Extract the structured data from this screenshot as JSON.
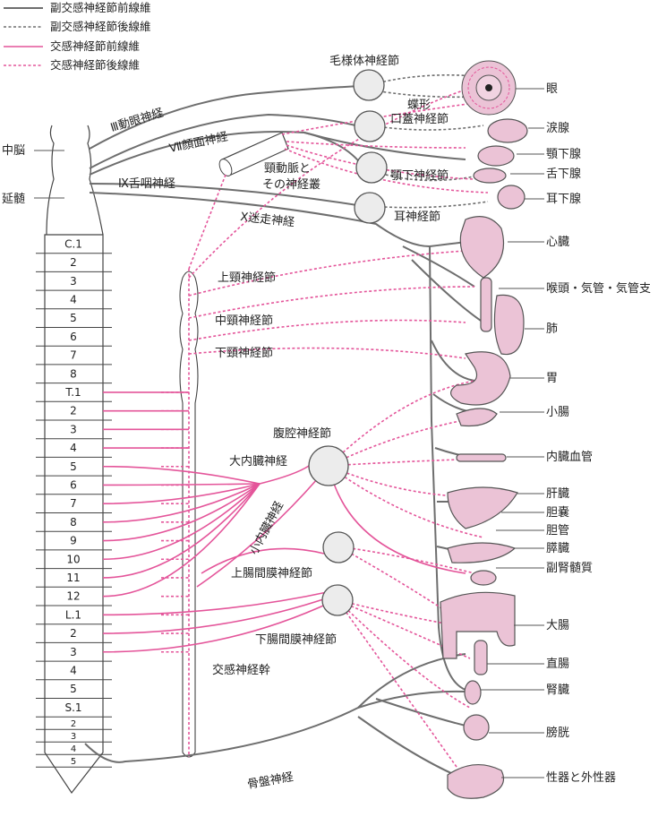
{
  "legend": [
    {
      "label": "副交感神経節前線維",
      "style": "solid-gray"
    },
    {
      "label": "副交感神経節後線維",
      "style": "dashed-gray"
    },
    {
      "label": "交感神経節前線維",
      "style": "solid-pink"
    },
    {
      "label": "交感神経節後線維",
      "style": "dashed-pink"
    }
  ],
  "colors": {
    "parasympathetic": "#6e6e6e",
    "sympathetic": "#e4559a",
    "organ": "#ebc3d6"
  },
  "brain": {
    "midbrain": "中脳",
    "medulla": "延髄"
  },
  "cranial_nerves": {
    "oculomotor": "Ⅲ動眼神経",
    "facial": "Ⅶ顔面神経",
    "glossopharyngeal": "Ⅸ舌咽神経",
    "vagus": "Ⅹ迷走神経"
  },
  "ganglia": {
    "ciliary": "毛様体神経節",
    "sphenopalatine_1": "蝶形",
    "sphenopalatine_2": "口蓋神経節",
    "submandibular": "顎下神経節",
    "otic": "耳神経節",
    "carotid_1": "頸動脈と",
    "carotid_2": "その神経叢",
    "superior_cervical": "上頸神経節",
    "middle_cervical": "中頸神経節",
    "inferior_cervical": "下頸神経節",
    "celiac": "腹腔神経節",
    "greater_splanchnic": "大内臓神経",
    "lesser_splanchnic": "小内臓神経",
    "superior_mesenteric": "上腸間膜神経節",
    "inferior_mesenteric": "下腸間膜神経節",
    "sympathetic_trunk": "交感神経幹",
    "pelvic": "骨盤神経"
  },
  "spine_segments": [
    "C.1",
    "2",
    "3",
    "4",
    "5",
    "6",
    "7",
    "8",
    "T.1",
    "2",
    "3",
    "4",
    "5",
    "6",
    "7",
    "8",
    "9",
    "10",
    "11",
    "12",
    "L.1",
    "2",
    "3",
    "4",
    "5",
    "S.1",
    "2",
    "3",
    "4",
    "5"
  ],
  "organs": [
    "眼",
    "涙腺",
    "顎下腺",
    "舌下腺",
    "耳下腺",
    "心臓",
    "喉頭・気管・気管支",
    "肺",
    "胃",
    "小腸",
    "内臓血管",
    "肝臓",
    "胆嚢",
    "胆管",
    "膵臓",
    "副腎髄質",
    "大腸",
    "直腸",
    "腎臓",
    "膀胱",
    "性器と外性器"
  ]
}
